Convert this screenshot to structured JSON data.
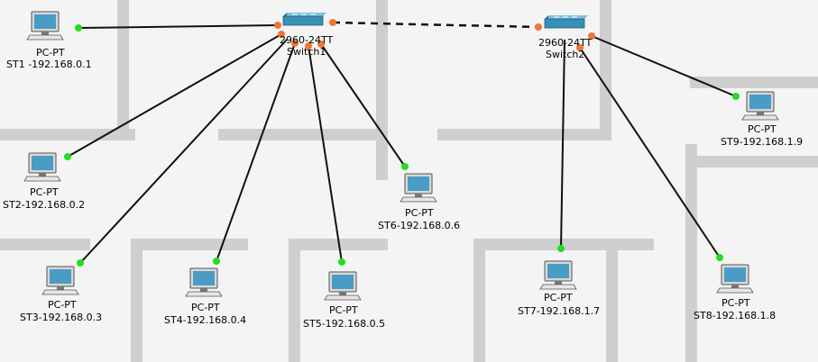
{
  "topology": {
    "switches": [
      {
        "id": "sw1",
        "model": "2960-24TT",
        "name": "Switch1"
      },
      {
        "id": "sw2",
        "model": "2960-24TT",
        "name": "Switch2"
      }
    ],
    "pcs": [
      {
        "id": "pc1",
        "type": "PC-PT",
        "name": "ST1 -192.168.0.1"
      },
      {
        "id": "pc2",
        "type": "PC-PT",
        "name": "ST2-192.168.0.2"
      },
      {
        "id": "pc3",
        "type": "PC-PT",
        "name": "ST3-192.168.0.3"
      },
      {
        "id": "pc4",
        "type": "PC-PT",
        "name": "ST4-192.168.0.4"
      },
      {
        "id": "pc5",
        "type": "PC-PT",
        "name": "ST5-192.168.0.5"
      },
      {
        "id": "pc6",
        "type": "PC-PT",
        "name": "ST6-192.168.0.6"
      },
      {
        "id": "pc7",
        "type": "PC-PT",
        "name": "ST7-192.168.1.7"
      },
      {
        "id": "pc8",
        "type": "PC-PT",
        "name": "ST8-192.168.1.8"
      },
      {
        "id": "pc9",
        "type": "PC-PT",
        "name": "ST9-192.168.1.9"
      }
    ],
    "links": [
      {
        "from": "sw1",
        "to": "pc1",
        "style": "solid",
        "end_status": "up"
      },
      {
        "from": "sw1",
        "to": "pc2",
        "style": "solid",
        "end_status": "up"
      },
      {
        "from": "sw1",
        "to": "pc3",
        "style": "solid",
        "end_status": "up"
      },
      {
        "from": "sw1",
        "to": "pc4",
        "style": "solid",
        "end_status": "up"
      },
      {
        "from": "sw1",
        "to": "pc5",
        "style": "solid",
        "end_status": "up"
      },
      {
        "from": "sw1",
        "to": "pc6",
        "style": "solid",
        "end_status": "up"
      },
      {
        "from": "sw1",
        "to": "sw2",
        "style": "dashed",
        "end_status": "pending"
      },
      {
        "from": "sw2",
        "to": "pc7",
        "style": "solid",
        "end_status": "up"
      },
      {
        "from": "sw2",
        "to": "pc8",
        "style": "solid",
        "end_status": "up"
      },
      {
        "from": "sw2",
        "to": "pc9",
        "style": "solid",
        "end_status": "up"
      }
    ]
  },
  "colors": {
    "background": "#f4f4f4",
    "wall": "#cfcfcf",
    "cable": "#111111",
    "link_up": "#22dd22",
    "link_pending": "#ee7733",
    "switch_body": "#3a8fb7",
    "pc_screen": "#4a9cc4"
  },
  "icons": {
    "pc": "pc-pt-icon",
    "switch": "switch-2960-icon"
  }
}
